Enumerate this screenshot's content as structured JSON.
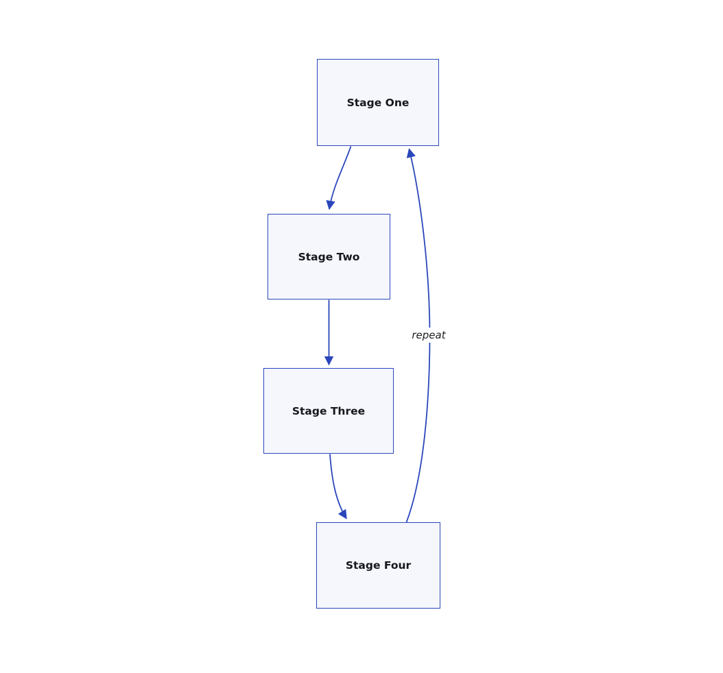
{
  "diagram": {
    "type": "flowchart",
    "direction": "top-down",
    "nodes": [
      {
        "id": "stage-one",
        "label": "Stage One"
      },
      {
        "id": "stage-two",
        "label": "Stage Two"
      },
      {
        "id": "stage-three",
        "label": "Stage Three"
      },
      {
        "id": "stage-four",
        "label": "Stage Four"
      }
    ],
    "edges": [
      {
        "from": "stage-one",
        "to": "stage-two",
        "label": ""
      },
      {
        "from": "stage-two",
        "to": "stage-three",
        "label": ""
      },
      {
        "from": "stage-three",
        "to": "stage-four",
        "label": ""
      },
      {
        "from": "stage-four",
        "to": "stage-one",
        "label": "repeat"
      }
    ]
  },
  "colors": {
    "node_fill": "#f5f7fc",
    "node_stroke": "#2a46bb",
    "edge_color": "#2a46bb",
    "node_label_color": "#16181d",
    "edge_label_color": "#1f1f1f",
    "background": "#ffffff"
  }
}
